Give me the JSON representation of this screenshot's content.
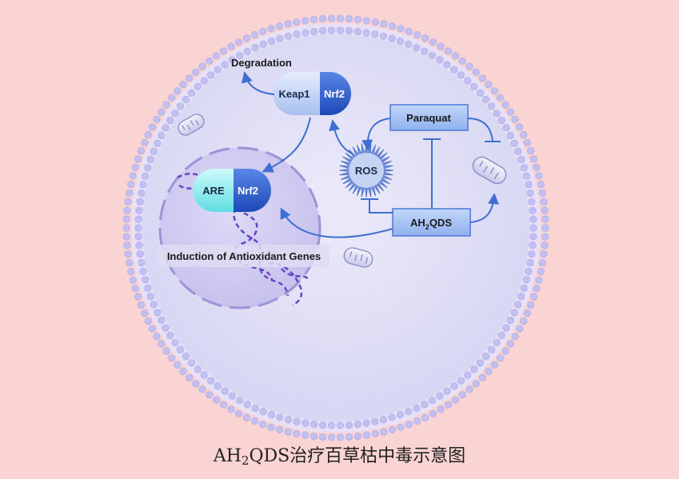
{
  "labels": {
    "degradation": "Degradation",
    "keap1": "Keap1",
    "nrf2_top": "Nrf2",
    "paraquat": "Paraquat",
    "ros": "ROS",
    "are": "ARE",
    "nrf2_nucleus": "Nrf2",
    "ah2qds_main": "AH",
    "ah2qds_sub": "2",
    "ah2qds_tail": "QDS",
    "induction": "Induction of Antioxidant Genes"
  },
  "caption": {
    "prefix": "AH",
    "sub": "2",
    "rest": "QDS治疗百草枯中毒示意图"
  },
  "colors": {
    "page_bg": "#fad3d3",
    "membrane": "#bcbbf0",
    "cell_inner": "#dad9f4",
    "nucleus": "#cfcdf0",
    "box_fill": "#a7c4f4",
    "box_stroke": "#4d78d6",
    "arrow": "#3f6fd3",
    "nrf2": "#2f5fce",
    "are": "#7fe9ec",
    "keap1": "#c9d8f8",
    "dna": "#6a45c6"
  }
}
